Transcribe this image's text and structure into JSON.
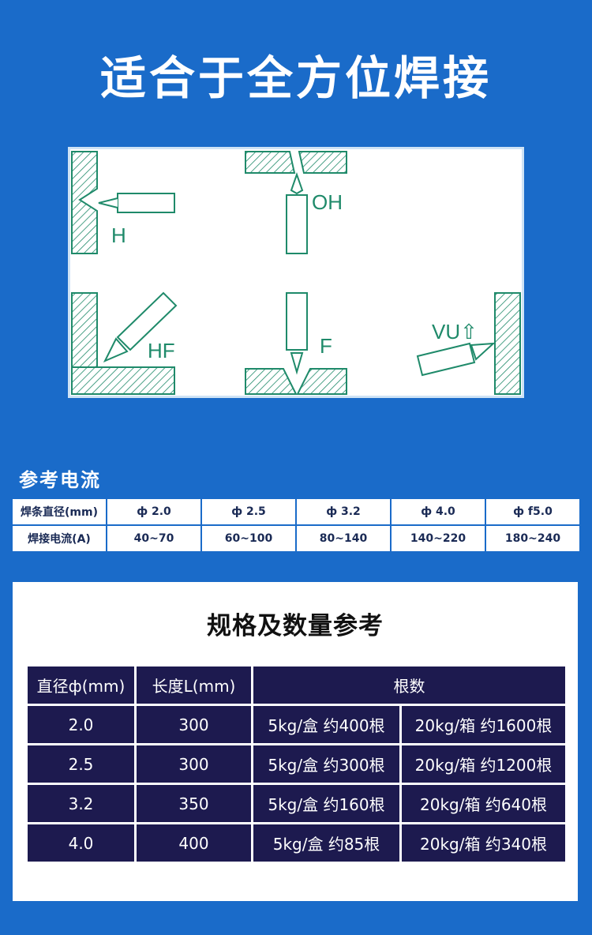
{
  "title": "适合于全方位焊接",
  "diagram": {
    "labels": {
      "h": "H",
      "oh": "OH",
      "hf": "HF",
      "f": "F",
      "vu": "VU⇧"
    }
  },
  "current_section": {
    "label": "参考电流",
    "rows": [
      {
        "head": "焊条直径(mm)",
        "values": [
          "ф 2.0",
          "ф 2.5",
          "ф 3.2",
          "ф 4.0",
          "ф f5.0"
        ]
      },
      {
        "head": "焊接电流(A)",
        "values": [
          "40~70",
          "60~100",
          "80~140",
          "140~220",
          "180~240"
        ]
      }
    ]
  },
  "spec_section": {
    "title": "规格及数量参考",
    "headers": [
      "直径ф(mm)",
      "长度L(mm)",
      "根数"
    ],
    "rows": [
      {
        "diameter": "2.0",
        "length": "300",
        "box": "5kg/盒  约400根",
        "case": "20kg/箱  约1600根"
      },
      {
        "diameter": "2.5",
        "length": "300",
        "box": "5kg/盒  约300根",
        "case": "20kg/箱  约1200根"
      },
      {
        "diameter": "3.2",
        "length": "350",
        "box": "5kg/盒  约160根",
        "case": "20kg/箱  约640根"
      },
      {
        "diameter": "4.0",
        "length": "400",
        "box": "5kg/盒  约85根",
        "case": "20kg/箱  约340根"
      }
    ]
  }
}
